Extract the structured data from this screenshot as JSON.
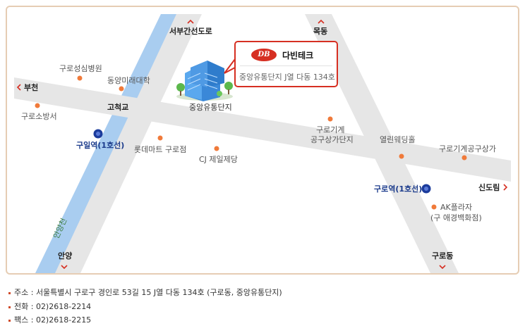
{
  "company": {
    "logo_text": "DB",
    "name": "다빈테크",
    "short_address": "중앙유통단지 J열 다동 134호",
    "building_label": "중앙유통단지"
  },
  "roads": {
    "seobu": "서부간선도로",
    "mokdong": "목동",
    "bucheon": "부천",
    "gocheok": "고척교",
    "sindorim": "신도림",
    "anyang": "안양",
    "guro_dong": "구로동",
    "anyangcheon": "안양천"
  },
  "stations": {
    "guil": "구일역(1호선)",
    "guro": "구로역(1호선)"
  },
  "landmarks": {
    "guro_st_mary": "구로성심병원",
    "dongyang": "동양미래대학",
    "guro_fire": "구로소방서",
    "lotte": "롯데마트 구로점",
    "cj": "CJ 제일제당",
    "machinery_1": "구로기계",
    "machinery_2": "공구상가단지",
    "wedding": "열린웨딩홀",
    "tool_mall": "구로기계공구상가",
    "ak_1": "AK플라자",
    "ak_2": "(구 애경백화점)"
  },
  "info": {
    "address": "주소 : 서울특별시 구로구 경인로 53길 15 J열 다동 134호 (구로동, 중앙유통단지)",
    "phone": "전화 : 02)2618-2214",
    "fax": "팩스 : 02)2618-2215"
  },
  "colors": {
    "road": "#e6e6e6",
    "river": "#a9cdf0",
    "landmark_dot": "#f07a3a",
    "station": "#1c3c9c",
    "callout_border": "#d62f22",
    "arrow": "#d62f22"
  }
}
